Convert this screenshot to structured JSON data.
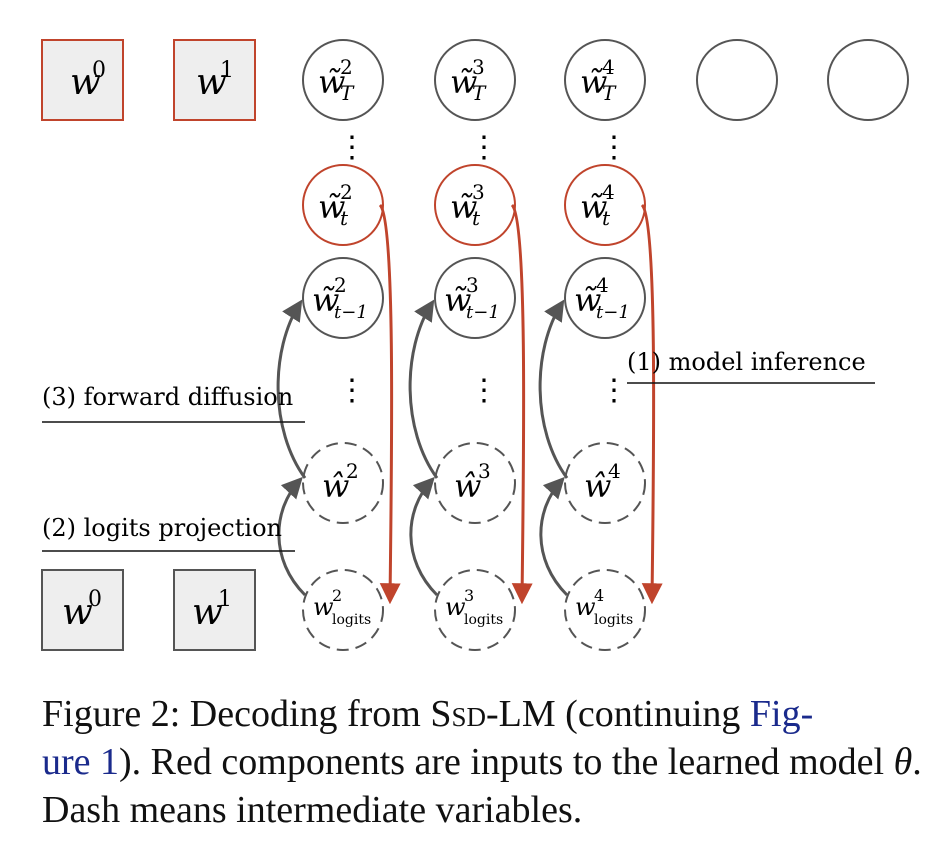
{
  "diagram": {
    "colors": {
      "model_input": "#c0442c",
      "node_stroke": "#555555",
      "input_box_fill": "#eeeeee",
      "arrow_gray": "#555555",
      "text": "#111111"
    },
    "top_boxes": [
      {
        "base": "w",
        "sup": "0"
      },
      {
        "base": "w",
        "sup": "1"
      }
    ],
    "bottom_boxes": [
      {
        "base": "w",
        "sup": "0"
      },
      {
        "base": "w",
        "sup": "1"
      }
    ],
    "columns": [
      {
        "index": "2",
        "T": "T",
        "t": "t",
        "tm1": "t−1",
        "logits": "logits"
      },
      {
        "index": "3",
        "T": "T",
        "t": "t",
        "tm1": "t−1",
        "logits": "logits"
      },
      {
        "index": "4",
        "T": "T",
        "t": "t",
        "tm1": "t−1",
        "logits": "logits"
      }
    ],
    "ellipsis": "⋮",
    "labels": {
      "model_inference": "(1) model inference",
      "logits_projection": "(2) logits projection",
      "forward_diffusion": "(3) forward diffusion"
    }
  },
  "caption": {
    "prefix": "Figure 2: Decoding from ",
    "model_s": "S",
    "model_sd": "sd",
    "model_rest": "-LM (continuing ",
    "link_text": "Figure 1",
    "link_part1": "Fig-",
    "link_part2": "ure 1",
    "mid": "). Red components are inputs to the learned model ",
    "theta": "θ",
    "end": ". Dash means intermediate variables."
  }
}
